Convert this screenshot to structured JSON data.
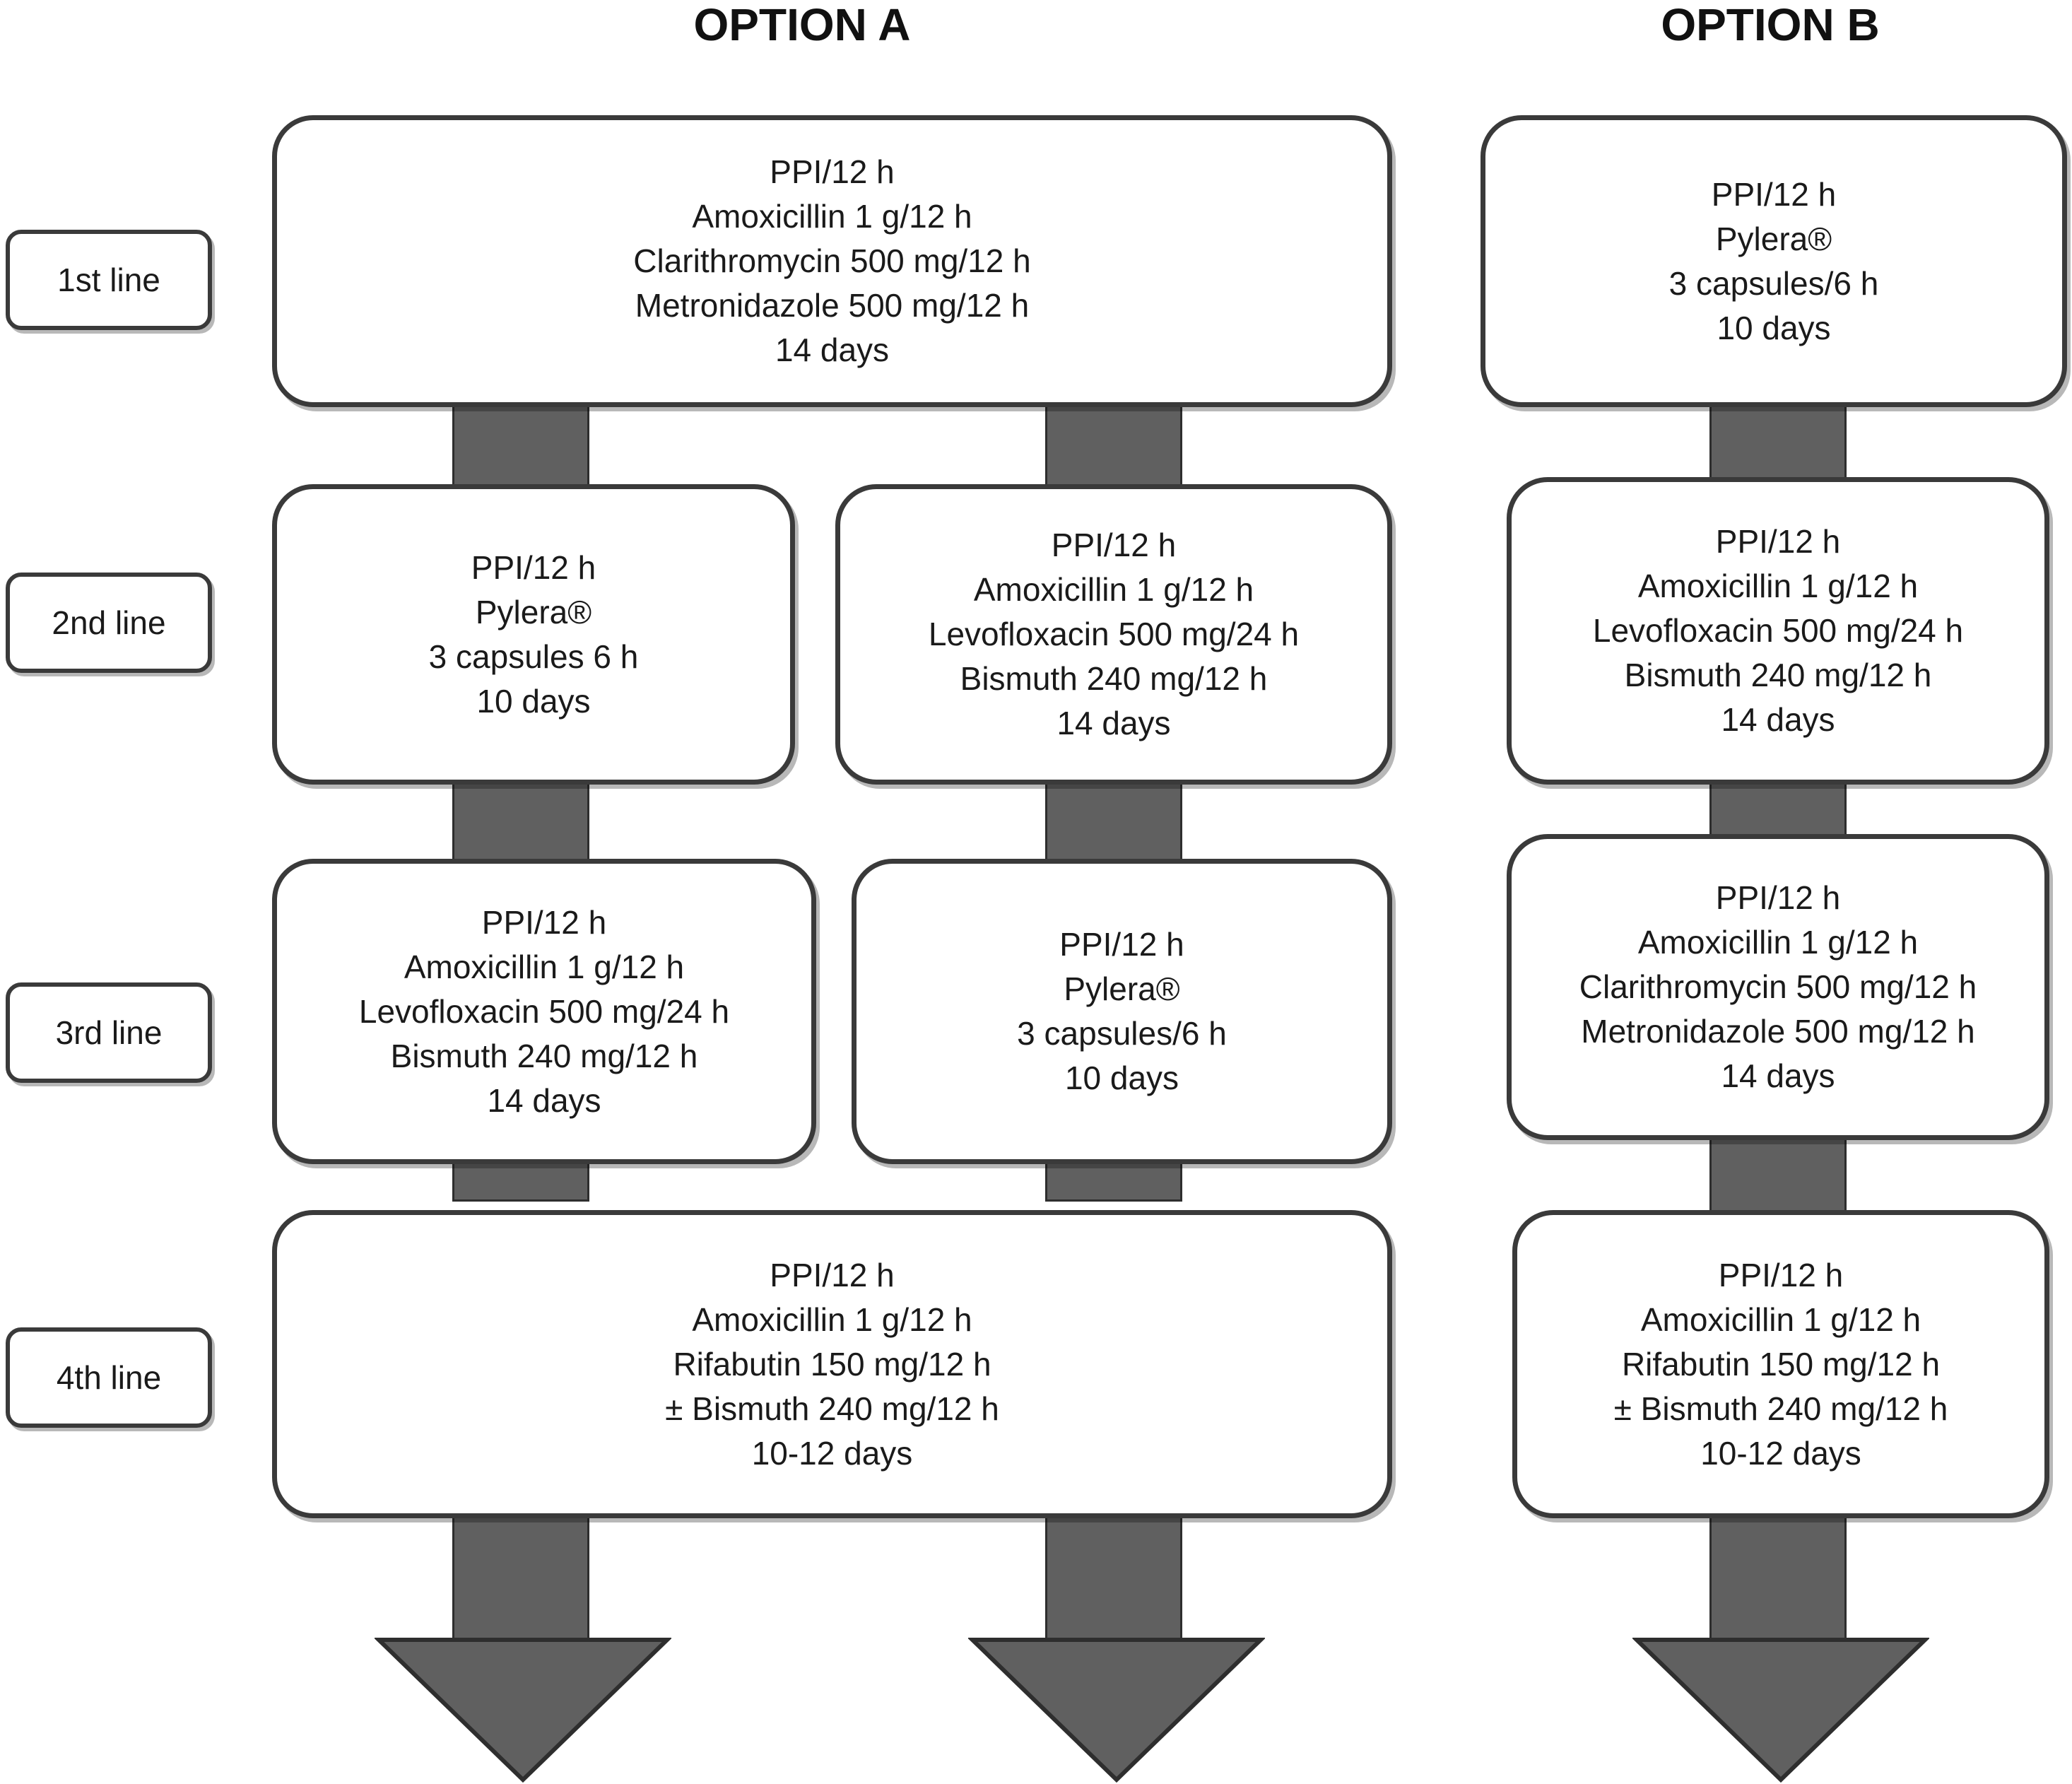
{
  "headers": {
    "option_a": "OPTION A",
    "option_b": "OPTION B"
  },
  "line_labels": [
    "1st line",
    "2nd line",
    "3rd line",
    "4th line"
  ],
  "option_a": {
    "first_line": [
      "PPI/12 h",
      "Amoxicillin 1 g/12 h",
      "Clarithromycin 500 mg/12 h",
      "Metronidazole 500 mg/12 h",
      "14 days"
    ],
    "second_line_left": [
      "PPI/12 h",
      "Pylera®",
      "3 capsules 6 h",
      "10 days"
    ],
    "second_line_right": [
      "PPI/12 h",
      "Amoxicillin 1 g/12 h",
      "Levofloxacin 500 mg/24 h",
      "Bismuth 240 mg/12 h",
      "14 days"
    ],
    "third_line_left": [
      "PPI/12 h",
      "Amoxicillin 1 g/12 h",
      "Levofloxacin 500 mg/24 h",
      "Bismuth 240 mg/12 h",
      "14 days"
    ],
    "third_line_right": [
      "PPI/12 h",
      "Pylera®",
      "3 capsules/6 h",
      "10 days"
    ],
    "fourth_line": [
      "PPI/12 h",
      "Amoxicillin 1 g/12 h",
      "Rifabutin 150 mg/12 h",
      "± Bismuth 240 mg/12 h",
      "10-12 days"
    ]
  },
  "option_b": {
    "first_line": [
      "PPI/12 h",
      "Pylera®",
      "3 capsules/6 h",
      "10 days"
    ],
    "second_line": [
      "PPI/12 h",
      "Amoxicillin 1 g/12 h",
      "Levofloxacin 500 mg/24 h",
      "Bismuth 240 mg/12 h",
      "14 days"
    ],
    "third_line": [
      "PPI/12 h",
      "Amoxicillin 1 g/12 h",
      "Clarithromycin 500 mg/12 h",
      "Metronidazole 500 mg/12 h",
      "14 days"
    ],
    "fourth_line": [
      "PPI/12 h",
      "Amoxicillin 1 g/12 h",
      "Rifabutin 150 mg/12 h",
      "±  Bismuth 240 mg/12 h",
      "10-12 days"
    ]
  },
  "colors": {
    "connector": "#606060",
    "border": "#3a3a3a",
    "background": "#ffffff",
    "text": "#1a1a1a"
  }
}
